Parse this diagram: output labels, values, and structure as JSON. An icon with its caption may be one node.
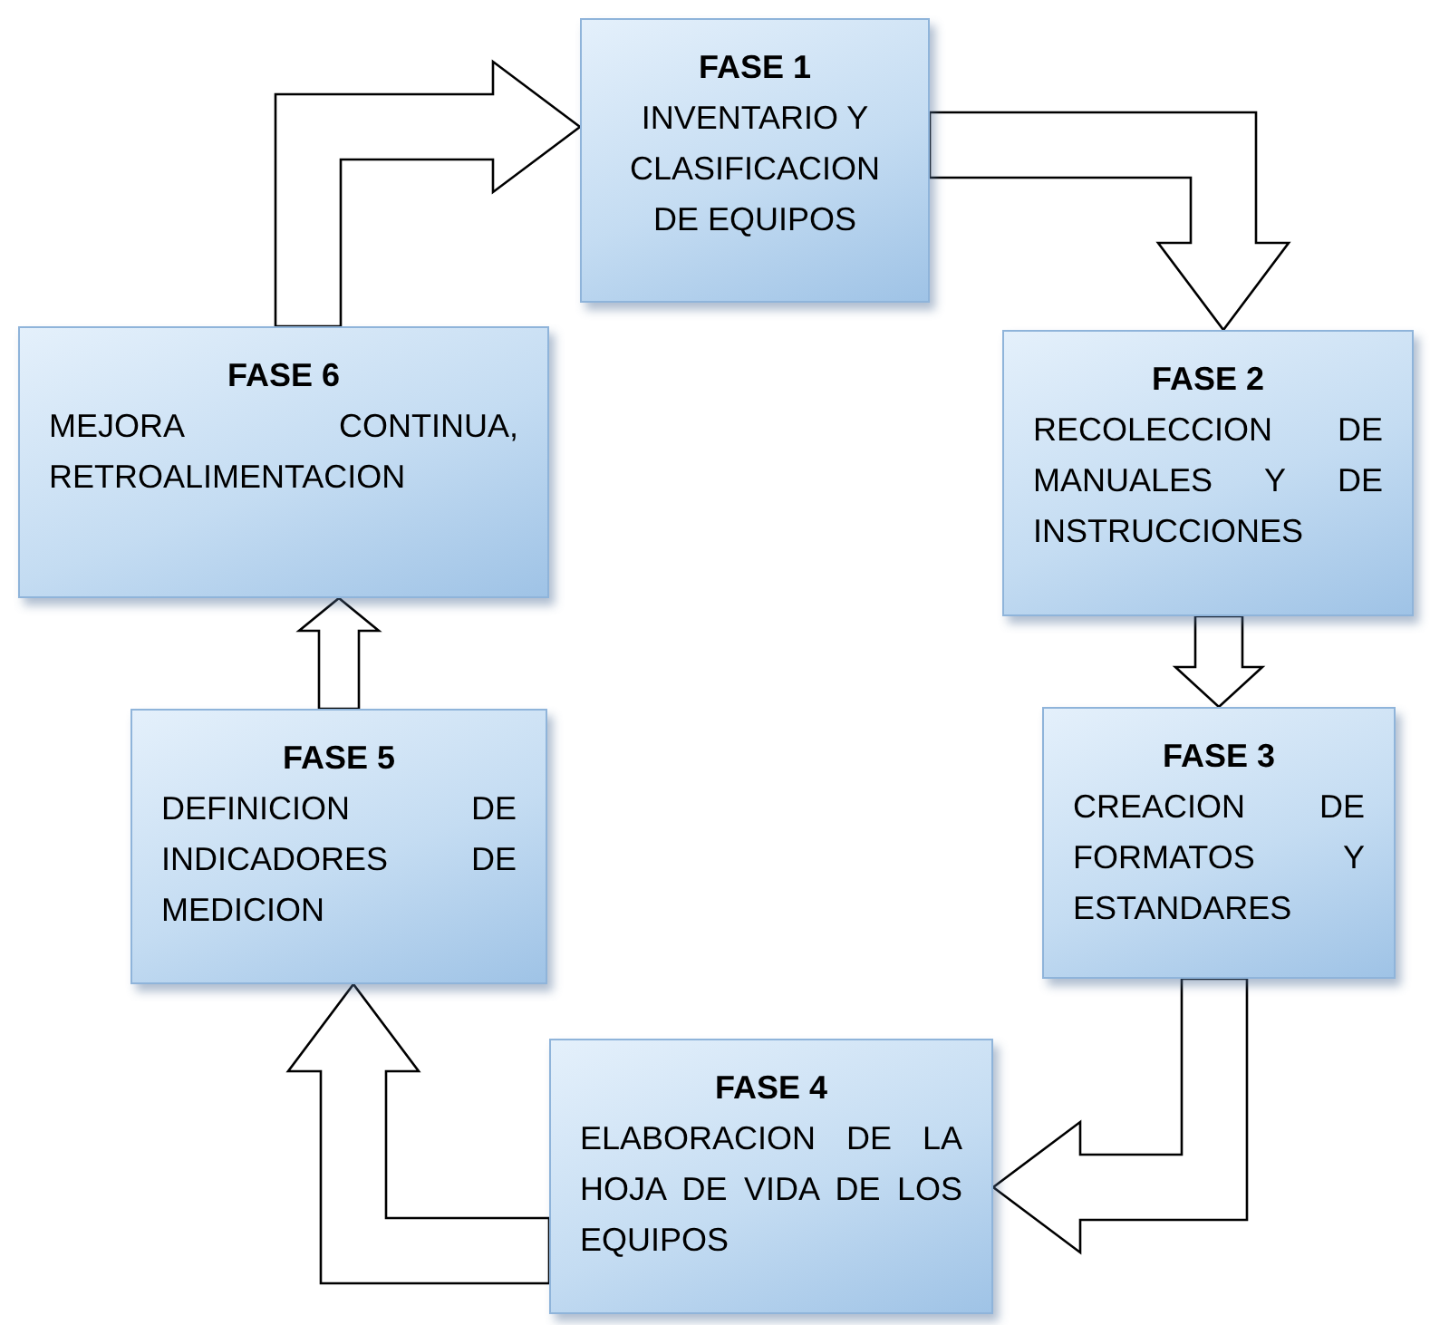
{
  "diagram": {
    "nodes": [
      {
        "text": [
          "FASE 1",
          "INVENTARIO Y CLASIFICACION DE EQUIPOS"
        ]
      },
      {
        "text": [
          "FASE 2",
          "RECOLECCION DE MANUALES Y DE INSTRUCCIONES"
        ]
      },
      {
        "text": [
          "FASE 3",
          "CREACION DE FORMATOS Y ESTANDARES"
        ]
      },
      {
        "text": [
          "FASE 4",
          "ELABORACION DE LA HOJA DE VIDA DE LOS EQUIPOS"
        ]
      },
      {
        "text": [
          "FASE 5",
          "DEFINICION DE INDICADORES DE MEDICION"
        ]
      },
      {
        "text": [
          "FASE 6",
          "MEJORA CONTINUA, RETROALIMENTACION"
        ]
      }
    ],
    "edges": [
      {
        "from": 0,
        "to": 1,
        "arrow": "to"
      },
      {
        "from": 1,
        "to": 2,
        "arrow": "to"
      },
      {
        "from": 2,
        "to": 3,
        "arrow": "to"
      },
      {
        "from": 3,
        "to": 4,
        "arrow": "to"
      },
      {
        "from": 4,
        "to": 5,
        "arrow": "to"
      },
      {
        "from": 5,
        "to": 0,
        "arrow": "to"
      }
    ]
  }
}
